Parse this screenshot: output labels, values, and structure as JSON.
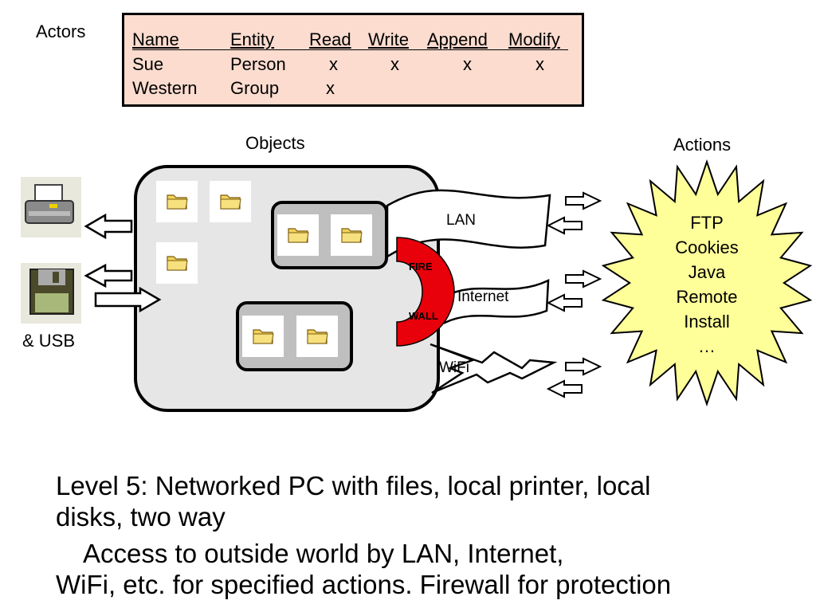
{
  "labels": {
    "actors": "Actors",
    "objects": "Objects",
    "actions": "Actions",
    "usb": "& USB",
    "lan": "LAN",
    "internet": "Internet",
    "wifi": "WiFi",
    "fire": "FIRE",
    "wall": "WALL"
  },
  "table": {
    "headers": [
      "Name",
      "Entity",
      "Read",
      "Write",
      "Append",
      "Modify"
    ],
    "rows": [
      [
        "Sue",
        "Person",
        "x",
        "x",
        "x",
        "x"
      ],
      [
        "Western",
        "Group",
        "x",
        "",
        "",
        ""
      ]
    ]
  },
  "actions_list": [
    "FTP",
    "Cookies",
    "Java",
    "Remote",
    "Install",
    "…"
  ],
  "caption": {
    "line1": "Level 5: Networked PC with files, local printer, local",
    "line2": "disks, two way",
    "line3": "Access to outside world by LAN, Internet,",
    "line4": "WiFi, etc. for specified actions. Firewall for protection"
  },
  "colors": {
    "table_bg": "#fbdccf",
    "pc_box": "#e6e6e6",
    "group_box": "#bfbfbf",
    "firewall": "#e8000b",
    "starburst": "#ffff99",
    "folder": "#f3d35b"
  }
}
